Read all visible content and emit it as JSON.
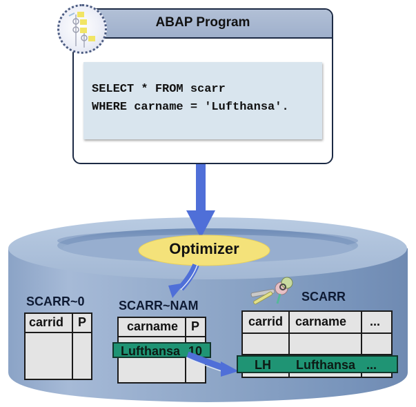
{
  "program": {
    "title": "ABAP Program",
    "code_lines": [
      "SELECT * FROM scarr",
      "WHERE carname = 'Lufthansa'."
    ],
    "icon": "program-tree-icon"
  },
  "database": {
    "optimizer_label": "Optimizer",
    "indexes": [
      {
        "name": "SCARR~0",
        "columns": [
          "carrid",
          "P"
        ]
      },
      {
        "name": "SCARR~NAM",
        "columns": [
          "carname",
          "P"
        ],
        "highlighted_row": {
          "carname": "Lufthansa",
          "P": "10"
        }
      }
    ],
    "table": {
      "name": "SCARR",
      "icon": "keys-icon",
      "columns": [
        "carrid",
        "carname",
        "..."
      ],
      "highlighted_row": {
        "carrid": "LH",
        "carname": "Lufthansa",
        "more": "..."
      }
    }
  },
  "colors": {
    "arrow": "#4f6fd8",
    "highlight": "#1f9474",
    "optimizer": "#f4e27a",
    "cylinder": "#8ea6c8",
    "header": "#a9b8d2",
    "code_bg": "#d9e5ee"
  }
}
